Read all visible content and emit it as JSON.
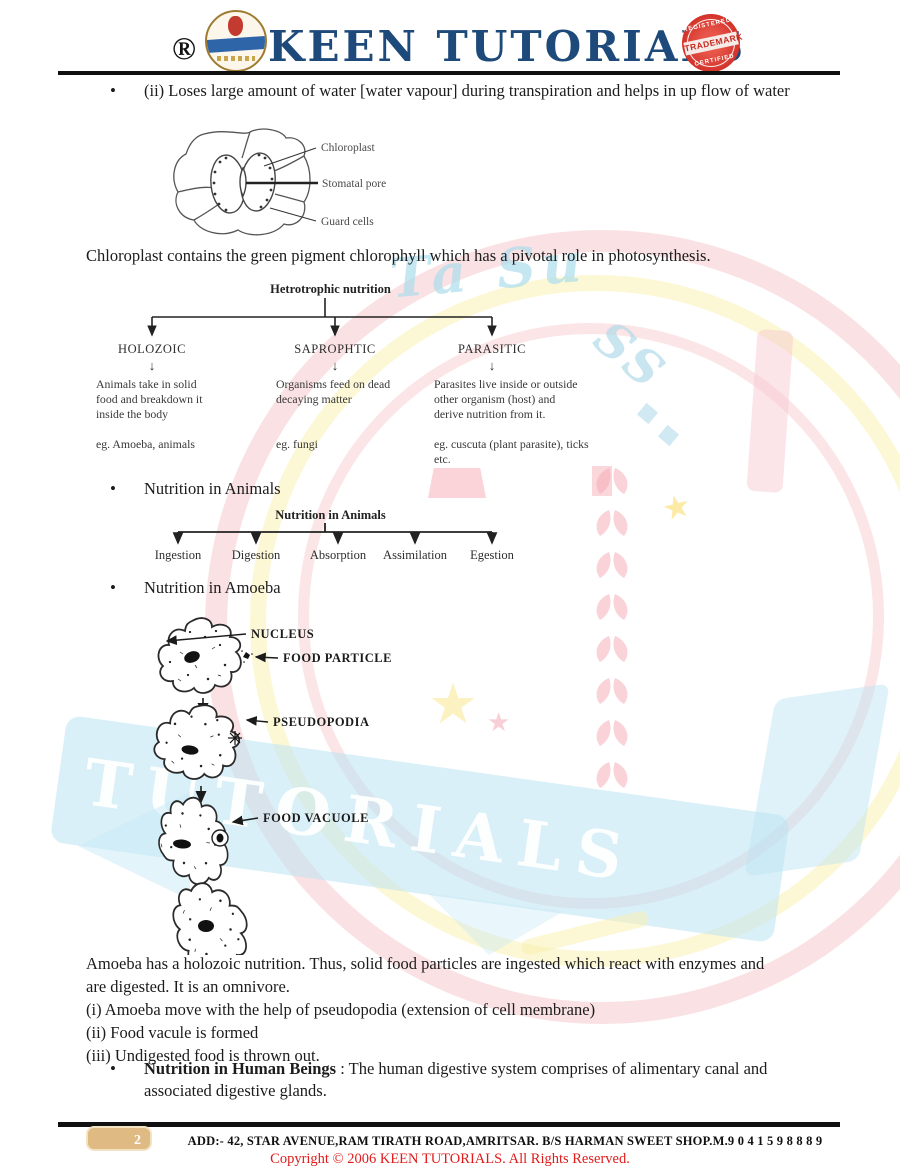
{
  "header": {
    "registered_symbol": "®",
    "brand": "KEEN TUTORIALS",
    "stamp_top": "REGISTERED",
    "stamp_mid": "TRADEMARK",
    "stamp_bot": "CERTIFIED"
  },
  "watermark": {
    "banner_text": "TUTORIALS",
    "script_text": "Ta Su",
    "monogram": "SS",
    "star": "★"
  },
  "sections": {
    "bullet_transpiration": "(ii) Loses large amount of water [water vapour] during transpiration and helps in up flow of water",
    "stomata_labels": {
      "chloroplast": "Chloroplast",
      "stomatal_pore": "Stomatal pore",
      "guard_cells": "Guard cells"
    },
    "paragraph_chloroplast": "Chloroplast contains the green pigment chlorophyll which has a pivotal role in photosynthesis.",
    "heterotrophic_chart": {
      "title": "Hetrotrophic nutrition",
      "arrow_glyph": "↓",
      "branches": [
        {
          "name": "HOLOZOIC",
          "desc": "Animals take in solid food and breakdown it inside the body",
          "example": "eg. Amoeba, animals"
        },
        {
          "name": "SAPROPHTIC",
          "desc": "Organisms feed on dead decaying matter",
          "example": "eg. fungi"
        },
        {
          "name": "PARASITIC",
          "desc": "Parasites live inside or outside other organism (host) and derive nutrition from it.",
          "example": "eg. cuscuta (plant parasite), ticks etc."
        }
      ]
    },
    "bullet_animals": "Nutrition in Animals",
    "animals_chart": {
      "title": "Nutrition in Animals",
      "stages": [
        "Ingestion",
        "Digestion",
        "Absorption",
        "Assimilation",
        "Egestion"
      ]
    },
    "bullet_amoeba": "Nutrition in Amoeba",
    "amoeba_labels": {
      "nucleus": "NUCLEUS",
      "food_particle": "FOOD PARTICLE",
      "pseudopodia": "PSEUDOPODIA",
      "food_vacuole": "FOOD VACUOLE"
    },
    "paragraph_amoeba_1": "Amoeba has a holozoic nutrition. Thus, solid food particles are ingested which react with enzymes and are digested. It is an omnivore.",
    "paragraph_amoeba_2": "(i) Amoeba move with the help of pseudopodia (extension of cell membrane)",
    "paragraph_amoeba_3": "(ii) Food vacule is formed",
    "paragraph_amoeba_4": "(iii) Undigested food is thrown out.",
    "bullet_human_bold": "Nutrition in Human Beings",
    "bullet_human_rest": " : The human digestive system comprises of alimentary canal and associated digestive glands."
  },
  "footer": {
    "page_number": "2",
    "address": "ADD:- 42, STAR AVENUE,RAM TIRATH ROAD,AMRITSAR. B/S HARMAN SWEET SHOP.M.9 0 4 1 5 9 8 8 8 9",
    "copyright": "Copyright © 2006 KEEN TUTORIALS. All Rights Reserved."
  },
  "colors": {
    "brand_navy": "#1d4a7a",
    "stamp_red": "#d02f26",
    "copyright_red": "#e01b1b",
    "badge_tan": "#dfba82"
  }
}
